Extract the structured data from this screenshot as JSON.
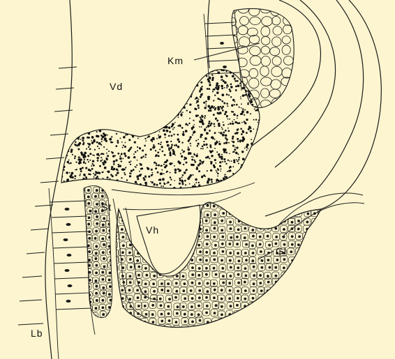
{
  "labels": {
    "km": "Km",
    "vd": "Vd",
    "st": "St",
    "vh": "Vh",
    "gl": "Gl",
    "lb": "Lb"
  },
  "colors": {
    "background": "#fcf5cf",
    "ink": "#1a1a1a",
    "yolk_stipple": "#111111"
  }
}
